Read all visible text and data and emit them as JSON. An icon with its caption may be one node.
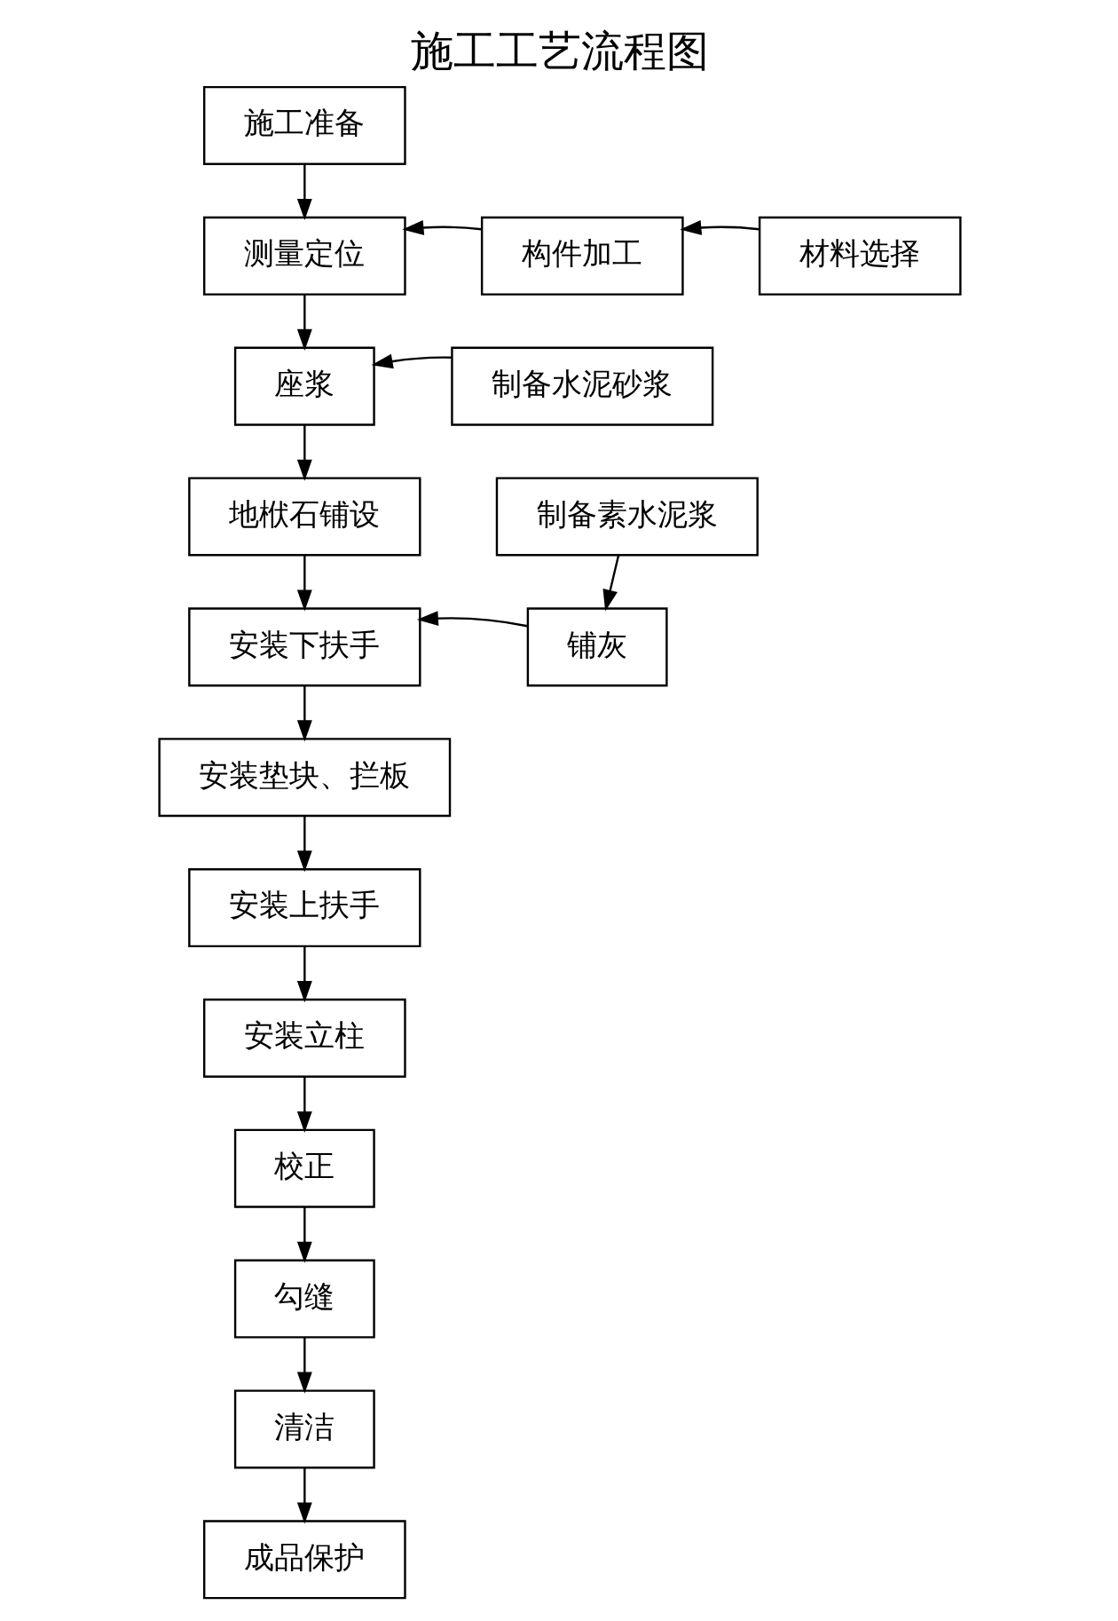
{
  "diagram": {
    "title": "施工工艺流程图",
    "nodes": [
      {
        "text": [
          "施工准备"
        ]
      },
      {
        "text": [
          "测量定位"
        ]
      },
      {
        "text": [
          "构件加工"
        ]
      },
      {
        "text": [
          "材料选择"
        ]
      },
      {
        "text": [
          "座浆"
        ]
      },
      {
        "text": [
          "制备水泥砂浆"
        ]
      },
      {
        "text": [
          "地栿石铺设"
        ]
      },
      {
        "text": [
          "制备素水泥浆"
        ]
      },
      {
        "text": [
          "安装下扶手"
        ]
      },
      {
        "text": [
          "铺灰"
        ]
      },
      {
        "text": [
          "安装垫块、拦板"
        ]
      },
      {
        "text": [
          "安装上扶手"
        ]
      },
      {
        "text": [
          "安装立柱"
        ]
      },
      {
        "text": [
          "校正"
        ]
      },
      {
        "text": [
          "勾缝"
        ]
      },
      {
        "text": [
          "清洁"
        ]
      },
      {
        "text": [
          "成品保护"
        ]
      }
    ],
    "edges": [
      {
        "from": 0,
        "to": 1,
        "arrow": "to"
      },
      {
        "from": 3,
        "to": 2,
        "arrow": "to"
      },
      {
        "from": 2,
        "to": 1,
        "arrow": "to"
      },
      {
        "from": 1,
        "to": 4,
        "arrow": "to"
      },
      {
        "from": 5,
        "to": 4,
        "arrow": "to"
      },
      {
        "from": 4,
        "to": 6,
        "arrow": "to"
      },
      {
        "from": 6,
        "to": 8,
        "arrow": "to"
      },
      {
        "from": 7,
        "to": 9,
        "arrow": "to"
      },
      {
        "from": 9,
        "to": 8,
        "arrow": "to"
      },
      {
        "from": 8,
        "to": 10,
        "arrow": "to"
      },
      {
        "from": 10,
        "to": 11,
        "arrow": "to"
      },
      {
        "from": 11,
        "to": 12,
        "arrow": "to"
      },
      {
        "from": 12,
        "to": 13,
        "arrow": "to"
      },
      {
        "from": 13,
        "to": 14,
        "arrow": "to"
      },
      {
        "from": 14,
        "to": 15,
        "arrow": "to"
      },
      {
        "from": 15,
        "to": 16,
        "arrow": "to"
      }
    ]
  }
}
